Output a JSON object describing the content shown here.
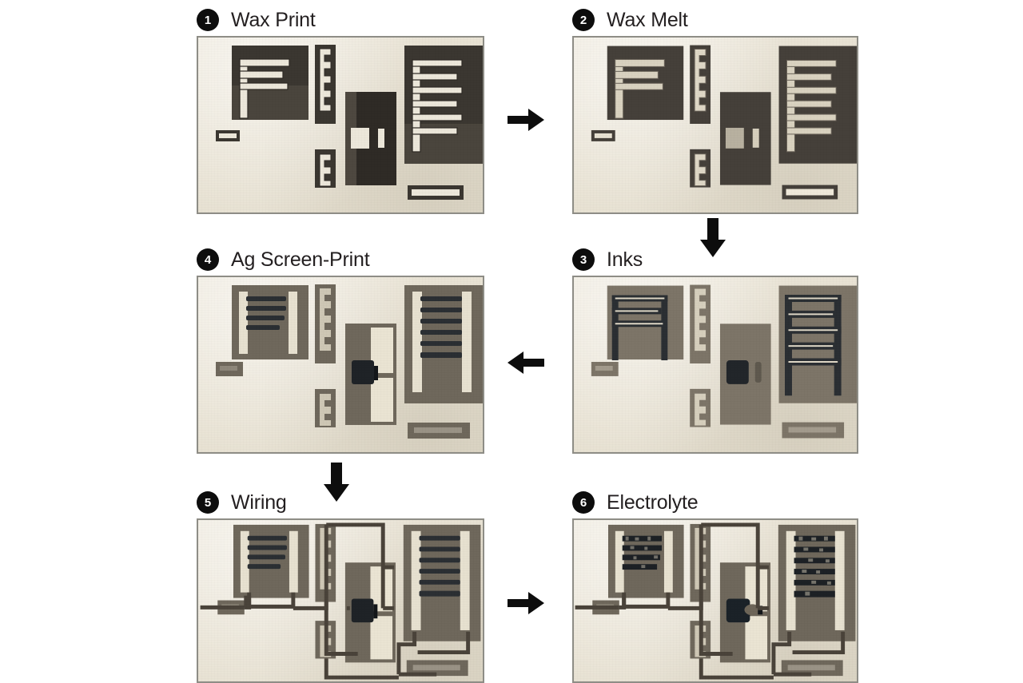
{
  "figure": {
    "type": "process-flow-photo-figure",
    "background_color": "#ffffff",
    "panel_border_color": "#8e8d86",
    "paper_color": "#eae5d8",
    "wax_dark_color": "#3b3731",
    "wax_grey_color": "#7d7568",
    "carbon_ink_color": "#2b2f33",
    "silver_ink_color": "#ded8c6"
  },
  "steps": [
    {
      "number": "1",
      "label": "Wax Print",
      "caption_number": "1",
      "description": "Solid wax pattern printed on paper; dark printed regions with unprinted channels"
    },
    {
      "number": "2",
      "label": "Wax Melt",
      "caption_number": "2",
      "description": "Wax reflowed through the paper; patterns become uniformly dark and slightly blurred"
    },
    {
      "number": "3",
      "label": "Inks",
      "caption_number": "3",
      "description": "Carbon ink traces deposited inside the wax-defined channels"
    },
    {
      "number": "4",
      "label": "Ag Screen-Print",
      "caption_number": "4",
      "description": "Silver contacts screen-printed over the carbon electrodes"
    },
    {
      "number": "5",
      "label": "Wiring",
      "caption_number": "5",
      "description": "Printed interconnect wiring routed between device regions"
    },
    {
      "number": "6",
      "label": "Electrolyte",
      "caption_number": "6",
      "description": "Electrolyte applied to the completed device"
    }
  ],
  "arrows": [
    {
      "name": "arrow-step1-to-step2",
      "direction": "right"
    },
    {
      "name": "arrow-step2-to-step3",
      "direction": "down"
    },
    {
      "name": "arrow-step3-to-step4",
      "direction": "left"
    },
    {
      "name": "arrow-step4-to-step5",
      "direction": "down"
    },
    {
      "name": "arrow-step5-to-step6",
      "direction": "right"
    }
  ]
}
